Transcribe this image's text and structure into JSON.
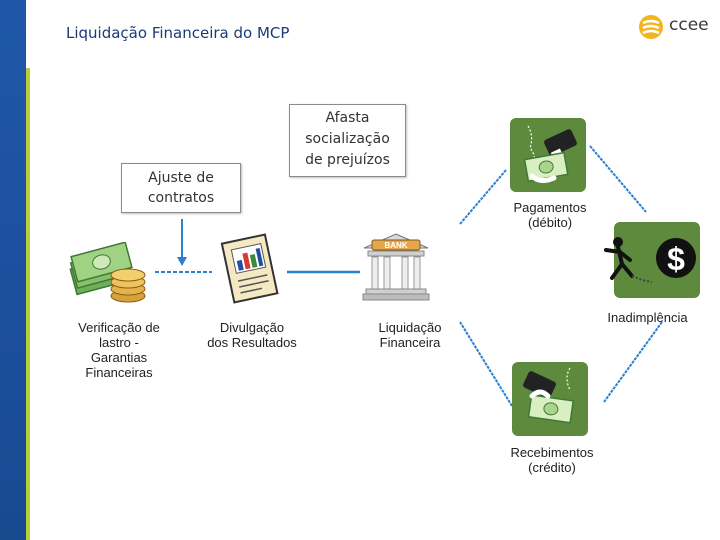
{
  "header": {
    "title": "Liquidação Financeira do MCP",
    "logo_text": "ccee"
  },
  "boxes": {
    "ajuste": [
      "Ajuste de",
      "contratos"
    ],
    "afasta": [
      "Afasta",
      "socialização",
      "de prejuízos"
    ]
  },
  "steps": {
    "verificacao": [
      "Verificação de",
      "lastro -",
      "Garantias",
      "Financeiras"
    ],
    "divulgacao": [
      "Divulgação",
      "dos Resultados"
    ],
    "liquidacao": [
      "Liquidação",
      "Financeira"
    ],
    "pagamentos": [
      "Pagamentos",
      "(débito)"
    ],
    "inadimplencia": [
      "Inadimplência"
    ],
    "recebimentos": [
      "Recebimentos",
      "(crédito)"
    ]
  },
  "icons": {
    "money": "cash-coins-icon",
    "report": "report-document-icon",
    "bank": "bank-building-icon",
    "bank_sign": "BANK",
    "pay": "payment-handshake-icon",
    "default": "runaway-dollar-icon",
    "receive": "receipt-handshake-icon"
  },
  "colors": {
    "brand_blue": "#1f57a8",
    "accent_green": "#b9cf3a",
    "connector_blue": "#2a7fd0",
    "card_green": "#5d8a3c"
  }
}
